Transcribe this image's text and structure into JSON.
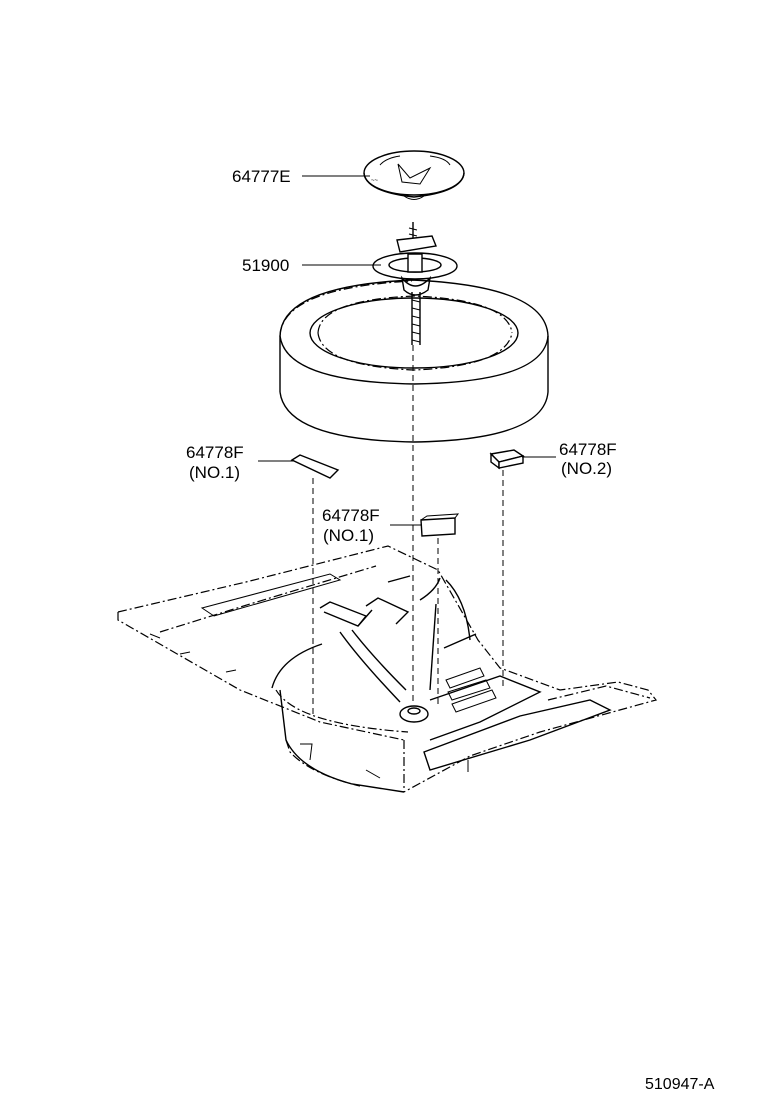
{
  "callouts": {
    "cap": {
      "part_no": "64777E"
    },
    "carrier": {
      "part_no": "51900"
    },
    "cushion_left": {
      "part_no": "64778F",
      "note": "(NO.1)"
    },
    "cushion_center": {
      "part_no": "64778F",
      "note": "(NO.1)"
    },
    "cushion_right": {
      "part_no": "64778F",
      "note": "(NO.2)"
    }
  },
  "illustration_id": "510947-A"
}
